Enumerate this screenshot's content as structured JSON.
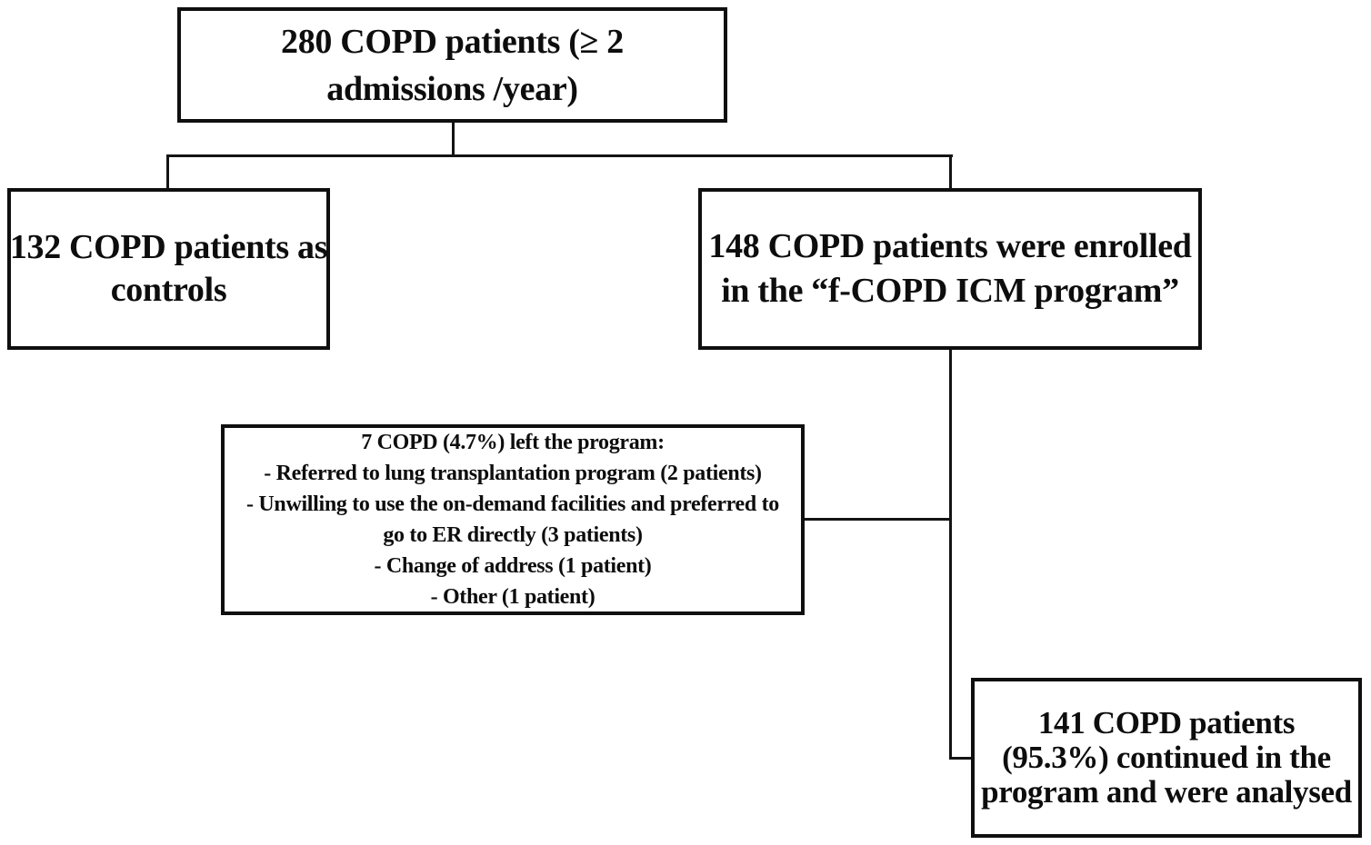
{
  "figure": {
    "type": "patient-flow-diagram",
    "background_color": "#ffffff",
    "border_color": "#0f0f0f",
    "line_color": "#141414",
    "text_color": "#0d0d0d",
    "boxes": {
      "total": {
        "lines": [
          "280 COPD patients (≥ 2",
          "admissions /year)"
        ]
      },
      "controls": {
        "lines": [
          "132 COPD patients as",
          "controls"
        ]
      },
      "enrolled": {
        "lines": [
          "148 COPD patients were enrolled",
          "in the “f-COPD ICM program”"
        ]
      },
      "dropout": {
        "lines": [
          "7 COPD (4.7%) left the program:",
          "- Referred to lung transplantation program (2 patients)",
          "- Unwilling to use the on-demand facilities and preferred to",
          "go to ER directly (3 patients)",
          "- Change of address (1 patient)",
          "- Other (1 patient)"
        ]
      },
      "analysed": {
        "lines": [
          "141 COPD patients",
          "(95.3%) continued in the",
          "program and were analysed"
        ]
      }
    }
  }
}
